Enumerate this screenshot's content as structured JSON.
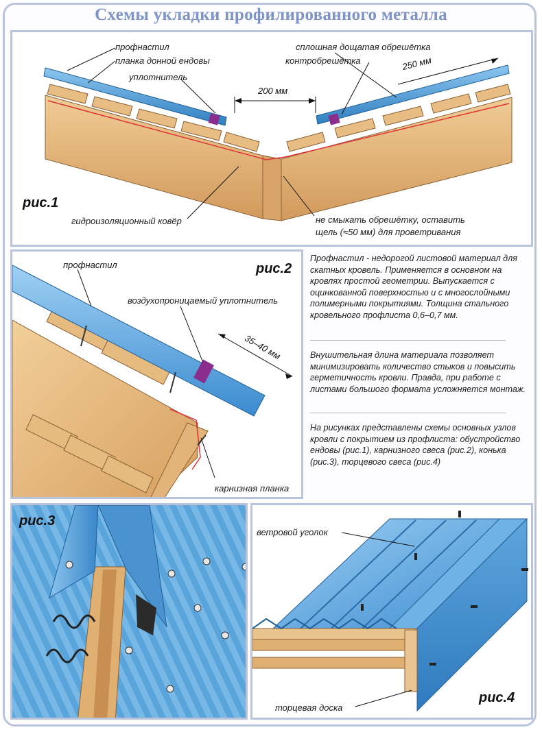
{
  "title": "Схемы укладки профилированного металла",
  "fig1": {
    "caption": "рис.1",
    "labels": {
      "profnastil": "профнастил",
      "valley_plank": "планка донной ендовы",
      "sealant": "уплотнитель",
      "solid_sheathing": "сплошная дощатая обрешётка",
      "counter_batten": "контробрешётка",
      "dim_200": "200 мм",
      "dim_250": "250 мм",
      "waterproof_carpet": "гидроизоляционный ковёр",
      "gap_note_1": "не смыкать обрешётку, оставить",
      "gap_note_2": "щель (≈50 мм) для проветривания"
    }
  },
  "fig2": {
    "caption": "рис.2",
    "labels": {
      "profnastil": "профнастил",
      "breathable_sealant": "воздухопроницаемый уплотнитель",
      "dim_35_40": "35–40 мм",
      "eaves_plank": "карнизная планка"
    }
  },
  "fig3": {
    "caption": "рис.3"
  },
  "fig4": {
    "caption": "рис.4",
    "labels": {
      "wind_corner": "ветровой уголок",
      "end_board": "торцевая доска"
    }
  },
  "description": {
    "p1": "Профнастил - недорогой листовой материал для скатных кровель. Применяется в основном на кровлях простой геометрии. Выпускается с оцинкованной поверхностью и с многослойными полимерными покрытиями. Толщина стального кровельного профлиста 0,6–0,7 мм.",
    "p2": "Внушительная длина материала позволяет минимизировать количество стыков и повысить герметичность кровли. Правда, при работе с листами большого формата усложняется монтаж.",
    "p3": "На рисунках представлены схемы основных узлов кровли с покрытием из профлиста: обустройство ендовы (рис.1), карнизного свеса (рис.2), конька (рис.3), торцевого свеса (рис.4)"
  },
  "colors": {
    "frame": "#b9c3dc",
    "title": "#7d94c4",
    "metal": "#4f9ad3",
    "wood": "#e0b27a",
    "seal": "#8a2d8c"
  }
}
